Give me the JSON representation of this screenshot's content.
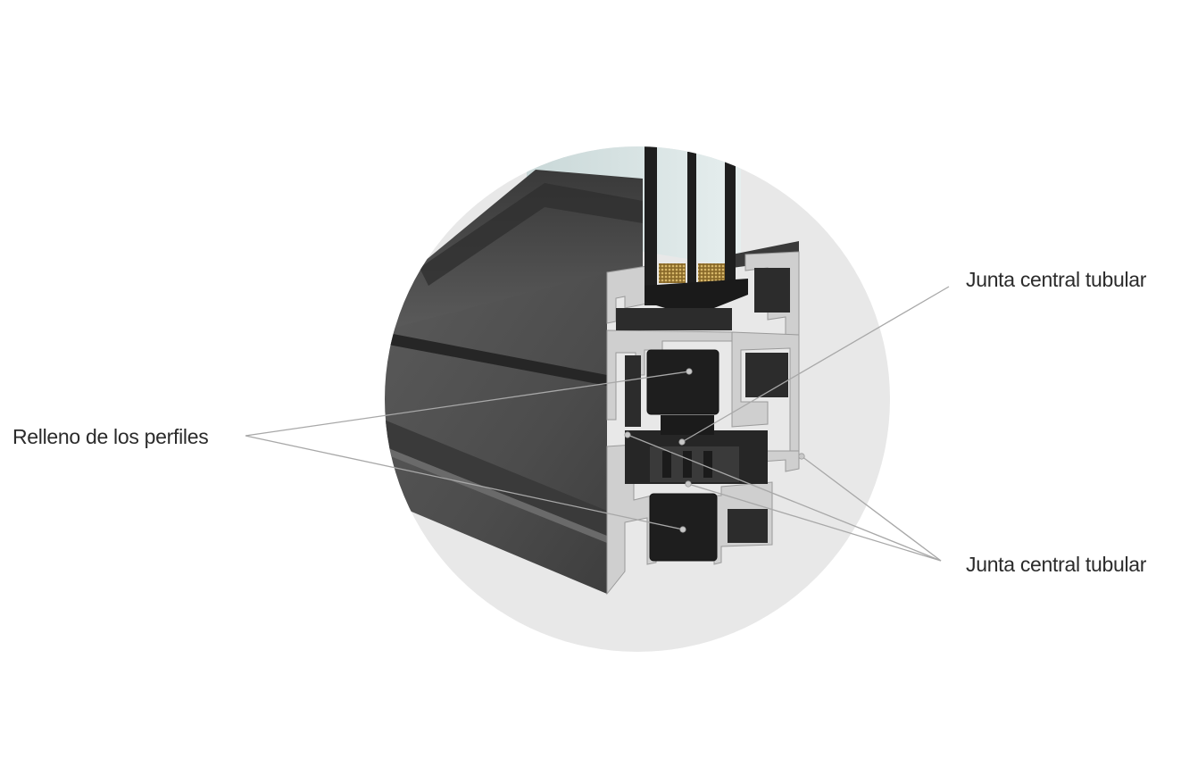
{
  "callouts": {
    "left": "Relleno de los perfiles",
    "top_right": "Junta central tubular",
    "bottom_right": "Junta central tubular"
  },
  "colors": {
    "background_circle": "#e8e8e8",
    "profile_face": "#505050",
    "profile_dark": "#2e2e2e",
    "aluminium_section": "#cfcfcf",
    "filling_core": "#1e1e1e",
    "glass": "#dce8e8",
    "glass_spacer": "#c8a85a",
    "leader_line": "#a8a8a8",
    "label_text": "#2b2b2b"
  },
  "icons": {
    "callout_dot": "circle-dot"
  }
}
